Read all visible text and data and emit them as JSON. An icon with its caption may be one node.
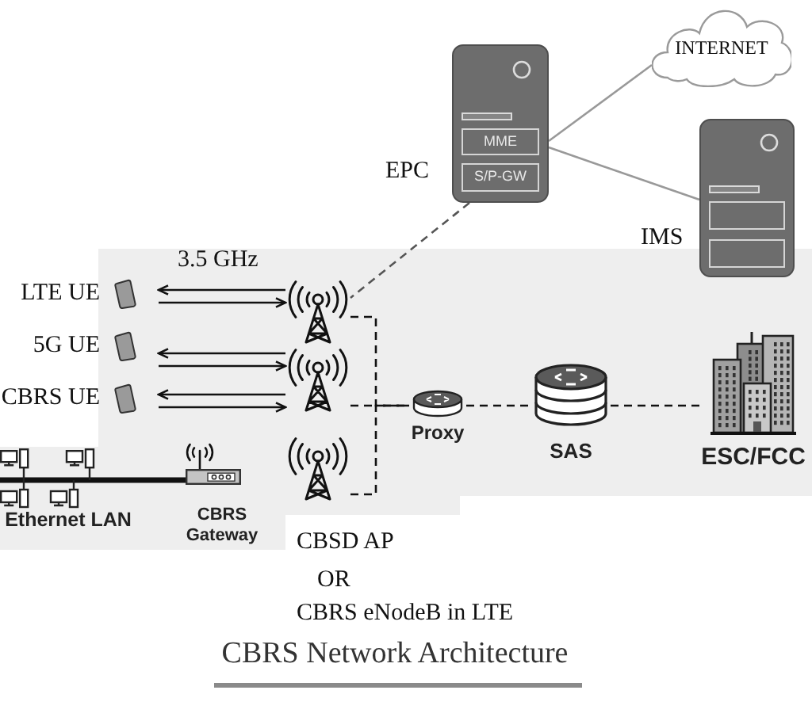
{
  "diagram": {
    "title": "CBRS Network Architecture",
    "nodes": [
      {
        "text": [],
        "shape": "box",
        "beside": [
          "EPC"
        ]
      },
      {
        "text": [
          "MME"
        ],
        "in": 0
      },
      {
        "text": [
          "S/P-GW"
        ],
        "in": 0
      },
      {
        "text": [
          "INTERNET"
        ]
      },
      {
        "text": [],
        "shape": "box",
        "beside": [
          "IMS"
        ]
      },
      {
        "text": [],
        "shape": "box",
        "in": 4
      },
      {
        "text": [],
        "shape": "box",
        "in": 4
      },
      {
        "text": [
          "LTE UE"
        ]
      },
      {
        "text": [],
        "shape": "picture"
      },
      {
        "text": [
          "5G UE"
        ]
      },
      {
        "text": [],
        "shape": "picture"
      },
      {
        "text": [
          "CBRS UE"
        ]
      },
      {
        "text": [
          "Proxy"
        ]
      },
      {
        "text": [
          "SAS"
        ]
      },
      {
        "text": [
          "ESC/FCC"
        ]
      },
      {
        "text": [
          "Ethernet LAN"
        ]
      },
      {
        "text": [
          "CBRS Gateway"
        ]
      },
      {
        "text": [],
        "shape": "picture"
      }
    ],
    "edges": [
      {
        "from": 0,
        "to": 3,
        "arrow": "none",
        "color": "#999999"
      },
      {
        "from": 0,
        "to": 4,
        "arrow": "none",
        "color": "#999999"
      },
      {
        "from": 0,
        "to": 8,
        "arrow": "none",
        "style": "dashed",
        "color": "#555555"
      },
      {
        "from": 8,
        "to": 7,
        "arrow": "to"
      },
      {
        "from": 7,
        "to": 8,
        "arrow": "to"
      },
      {
        "from": 10,
        "to": 9,
        "arrow": "to"
      },
      {
        "from": 9,
        "to": 10,
        "arrow": "to"
      },
      {
        "from": 10,
        "to": 11,
        "arrow": "to"
      },
      {
        "from": 11,
        "to": 10,
        "arrow": "to"
      },
      {
        "from": 8,
        "to": 12,
        "arrow": "none",
        "style": "dashed"
      },
      {
        "from": 10,
        "to": 12,
        "arrow": "none",
        "style": "dashed"
      },
      {
        "from": 17,
        "to": 12,
        "arrow": "none",
        "style": "dashed"
      },
      {
        "from": 12,
        "to": 13,
        "arrow": "none",
        "style": "dashed"
      },
      {
        "from": 13,
        "to": 14,
        "arrow": "none",
        "style": "dashed"
      },
      {
        "from": 15,
        "to": 16,
        "arrow": "none",
        "style": "thick"
      }
    ],
    "labels": [
      "3.5 GHz",
      "CBSD AP",
      "OR",
      "CBRS eNodeB in LTE"
    ]
  }
}
